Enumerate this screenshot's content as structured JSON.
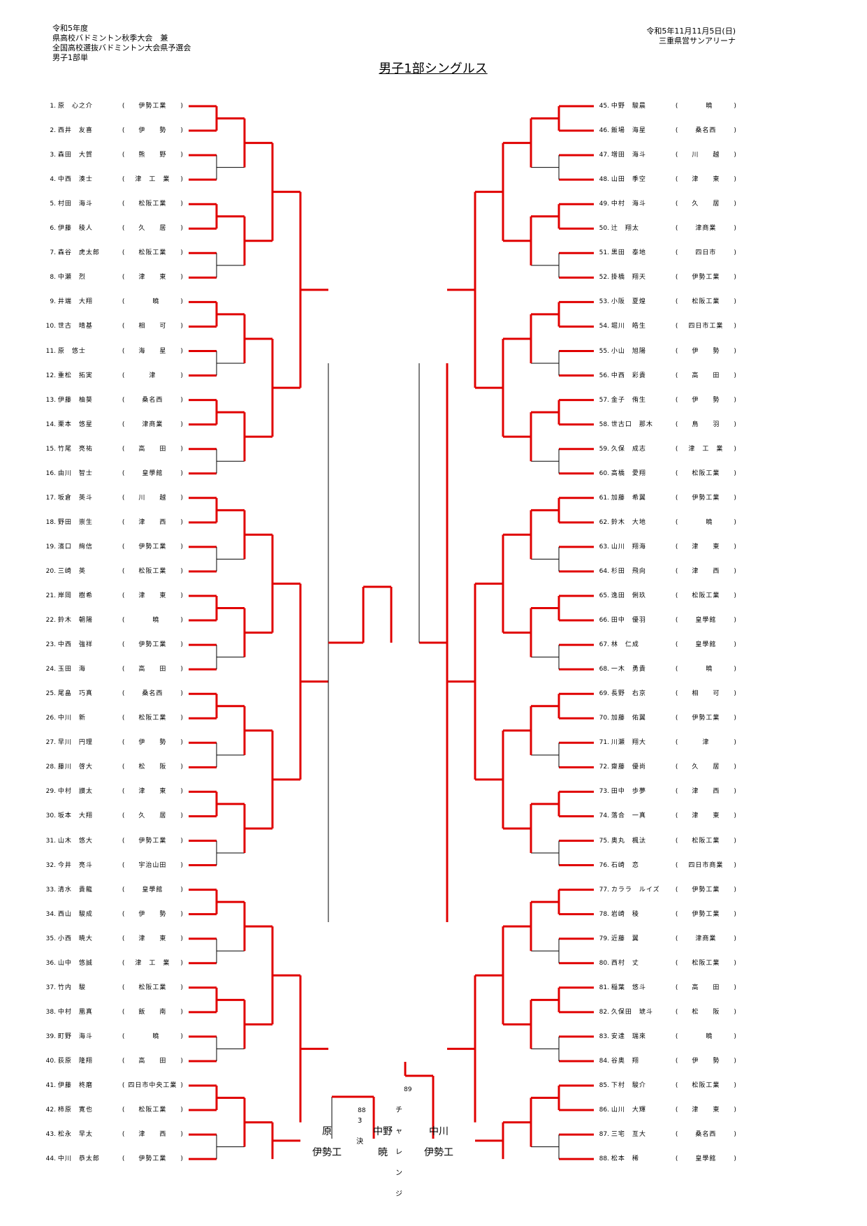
{
  "header": {
    "left_lines": [
      "令和5年度",
      "県高校バドミントン秋季大会　兼",
      "全国高校選抜バドミントン大会県予選会",
      "男子1部単"
    ],
    "right_lines": [
      "令和5年11月11月5日(日)",
      "三重県営サンアリーナ"
    ]
  },
  "title": "男子1部シングルス",
  "left_players": [
    {
      "no": "1.",
      "name": "原　心之介",
      "team": "伊勢工業"
    },
    {
      "no": "2.",
      "name": "西井　友喜",
      "team": "伊　　勢"
    },
    {
      "no": "3.",
      "name": "森田　大賀",
      "team": "熊　　野"
    },
    {
      "no": "4.",
      "name": "中西　湊士",
      "team": "津　工　業"
    },
    {
      "no": "5.",
      "name": "村田　海斗",
      "team": "松阪工業"
    },
    {
      "no": "6.",
      "name": "伊藤　稜人",
      "team": "久　　居"
    },
    {
      "no": "7.",
      "name": "森谷　虎太郎",
      "team": "松阪工業"
    },
    {
      "no": "8.",
      "name": "中瀬　烈",
      "team": "津　　東"
    },
    {
      "no": "9.",
      "name": "井端　大翔",
      "team": "　曉　"
    },
    {
      "no": "10.",
      "name": "世古　晴基",
      "team": "相　　可"
    },
    {
      "no": "11.",
      "name": "原　悠士",
      "team": "海　　星"
    },
    {
      "no": "12.",
      "name": "重松　拓実",
      "team": "津　　"
    },
    {
      "no": "13.",
      "name": "伊藤　柚葵",
      "team": "桑名西"
    },
    {
      "no": "14.",
      "name": "栗本　悠星",
      "team": "津商業"
    },
    {
      "no": "15.",
      "name": "竹尾　亮祐",
      "team": "高　　田"
    },
    {
      "no": "16.",
      "name": "由川　智士",
      "team": "皇學館"
    },
    {
      "no": "17.",
      "name": "坂倉　英斗",
      "team": "川　　越"
    },
    {
      "no": "18.",
      "name": "野田　崇生",
      "team": "津　　西"
    },
    {
      "no": "19.",
      "name": "濱口　絢信",
      "team": "伊勢工業"
    },
    {
      "no": "20.",
      "name": "三崎　英",
      "team": "松阪工業"
    },
    {
      "no": "21.",
      "name": "岸岡　樹希",
      "team": "津　　東"
    },
    {
      "no": "22.",
      "name": "鈴木　朝陽",
      "team": "　曉　"
    },
    {
      "no": "23.",
      "name": "中西　強祥",
      "team": "伊勢工業"
    },
    {
      "no": "24.",
      "name": "玉田　海",
      "team": "高　　田"
    },
    {
      "no": "25.",
      "name": "尾畠　巧真",
      "team": "桑名西"
    },
    {
      "no": "26.",
      "name": "中川　新",
      "team": "松阪工業"
    },
    {
      "no": "27.",
      "name": "早川　円理",
      "team": "伊　　勢"
    },
    {
      "no": "28.",
      "name": "藤川　啓大",
      "team": "松　　阪"
    },
    {
      "no": "29.",
      "name": "中村　讃太",
      "team": "津　　東"
    },
    {
      "no": "30.",
      "name": "坂本　大翔",
      "team": "久　　居"
    },
    {
      "no": "31.",
      "name": "山木　悠大",
      "team": "伊勢工業"
    },
    {
      "no": "32.",
      "name": "今井　亮斗",
      "team": "宇治山田"
    },
    {
      "no": "33.",
      "name": "清水　貴龍",
      "team": "皇學館"
    },
    {
      "no": "34.",
      "name": "西山　駿成",
      "team": "伊　　勢"
    },
    {
      "no": "35.",
      "name": "小西　暁大",
      "team": "津　　東"
    },
    {
      "no": "36.",
      "name": "山中　悠誠",
      "team": "津　工　業"
    },
    {
      "no": "37.",
      "name": "竹内　駿",
      "team": "松阪工業"
    },
    {
      "no": "38.",
      "name": "中村　凰真",
      "team": "飯　　南"
    },
    {
      "no": "39.",
      "name": "町野　海斗",
      "team": "　曉　"
    },
    {
      "no": "40.",
      "name": "荻原　隆翔",
      "team": "高　　田"
    },
    {
      "no": "41.",
      "name": "伊藤　柊磨",
      "team": "四日市中央工業"
    },
    {
      "no": "42.",
      "name": "柿原　寛也",
      "team": "松阪工業"
    },
    {
      "no": "43.",
      "name": "松永　早太",
      "team": "津　　西"
    },
    {
      "no": "44.",
      "name": "中川　恭太郎",
      "team": "伊勢工業"
    }
  ],
  "right_players": [
    {
      "no": "45.",
      "name": "中野　駿晨",
      "team": "　曉　"
    },
    {
      "no": "46.",
      "name": "飯場　海星",
      "team": "桑名西"
    },
    {
      "no": "47.",
      "name": "増田　海斗",
      "team": "川　　越"
    },
    {
      "no": "48.",
      "name": "山田　季空",
      "team": "津　　東"
    },
    {
      "no": "49.",
      "name": "中村　海斗",
      "team": "久　　居"
    },
    {
      "no": "50.",
      "name": "辻　翔太",
      "team": "津商業"
    },
    {
      "no": "51.",
      "name": "黒田　泰地",
      "team": "四日市"
    },
    {
      "no": "52.",
      "name": "掛橋　翔天",
      "team": "伊勢工業"
    },
    {
      "no": "53.",
      "name": "小阪　夏煌",
      "team": "松阪工業"
    },
    {
      "no": "54.",
      "name": "堀川　皓生",
      "team": "四日市工業"
    },
    {
      "no": "55.",
      "name": "小山　旭陽",
      "team": "伊　　勢"
    },
    {
      "no": "56.",
      "name": "中西　彩貴",
      "team": "高　　田"
    },
    {
      "no": "57.",
      "name": "金子　侑生",
      "team": "伊　　勢"
    },
    {
      "no": "58.",
      "name": "世古口　那木",
      "team": "鳥　　羽"
    },
    {
      "no": "59.",
      "name": "久保　成志",
      "team": "津　工　業"
    },
    {
      "no": "60.",
      "name": "高橋　愛翔",
      "team": "松阪工業"
    },
    {
      "no": "61.",
      "name": "加藤　希翼",
      "team": "伊勢工業"
    },
    {
      "no": "62.",
      "name": "鈴木　大地",
      "team": "　曉　"
    },
    {
      "no": "63.",
      "name": "山川　翔海",
      "team": "津　　東"
    },
    {
      "no": "64.",
      "name": "杉田　飛向",
      "team": "津　　西"
    },
    {
      "no": "65.",
      "name": "逸田　俐玖",
      "team": "松阪工業"
    },
    {
      "no": "66.",
      "name": "田中　優羽",
      "team": "皇學館"
    },
    {
      "no": "67.",
      "name": "林　仁成",
      "team": "皇學館"
    },
    {
      "no": "68.",
      "name": "一木　勇貴",
      "team": "　曉　"
    },
    {
      "no": "69.",
      "name": "長野　右京",
      "team": "相　　可"
    },
    {
      "no": "70.",
      "name": "加藤　佑翼",
      "team": "伊勢工業"
    },
    {
      "no": "71.",
      "name": "川瀬　翔大",
      "team": "津　　"
    },
    {
      "no": "72.",
      "name": "齋藤　優尚",
      "team": "久　　居"
    },
    {
      "no": "73.",
      "name": "田中　歩夢",
      "team": "津　　西"
    },
    {
      "no": "74.",
      "name": "落合　一真",
      "team": "津　　東"
    },
    {
      "no": "75.",
      "name": "奥丸　楓汰",
      "team": "松阪工業"
    },
    {
      "no": "76.",
      "name": "石崎　恋",
      "team": "四日市商業"
    },
    {
      "no": "77.",
      "name": "カララ　ルイズ",
      "team": "伊勢工業"
    },
    {
      "no": "78.",
      "name": "岩崎　稜",
      "team": "伊勢工業"
    },
    {
      "no": "79.",
      "name": "近藤　翼",
      "team": "津商業"
    },
    {
      "no": "80.",
      "name": "西村　丈",
      "team": "松阪工業"
    },
    {
      "no": "81.",
      "name": "稲葉　悠斗",
      "team": "高　　田"
    },
    {
      "no": "82.",
      "name": "久保田　琥斗",
      "team": "松　　阪"
    },
    {
      "no": "83.",
      "name": "安達　瑞來",
      "team": "　曉　"
    },
    {
      "no": "84.",
      "name": "谷奥　翔",
      "team": "伊　　勢"
    },
    {
      "no": "85.",
      "name": "下村　駿介",
      "team": "松阪工業"
    },
    {
      "no": "86.",
      "name": "山川　大輝",
      "team": "津　　東"
    },
    {
      "no": "87.",
      "name": "三宅　亙大",
      "team": "桑名西"
    },
    {
      "no": "88.",
      "name": "松本　稀",
      "team": "皇學館"
    }
  ],
  "final": {
    "names": [
      "原",
      "中野",
      "中川"
    ],
    "teams": [
      "伊勢工",
      "暁",
      "伊勢工"
    ],
    "labels": [
      "3決",
      "チャレンジ"
    ],
    "match_nos": [
      "88",
      "89"
    ]
  }
}
